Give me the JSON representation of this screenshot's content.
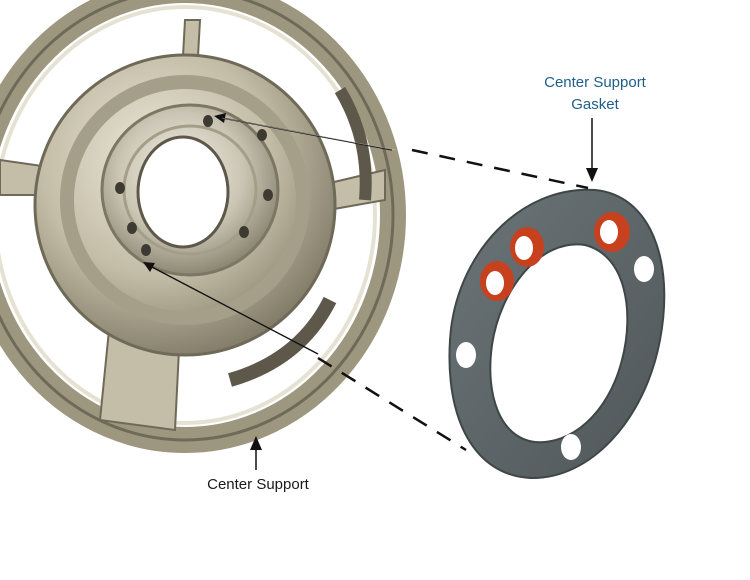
{
  "labels": {
    "gasket_line1": "Center Support",
    "gasket_line2": "Gasket",
    "support": "Center Support"
  },
  "colors": {
    "gasket_label": "#1d5e8a",
    "support_label": "#1a1a1a",
    "gasket_body": "#5b6466",
    "gasket_sealant": "#c8411f",
    "metal_light": "#d6d1bf",
    "metal_mid": "#a9a28c",
    "metal_dark": "#6f6a58",
    "leader": "#111111"
  }
}
